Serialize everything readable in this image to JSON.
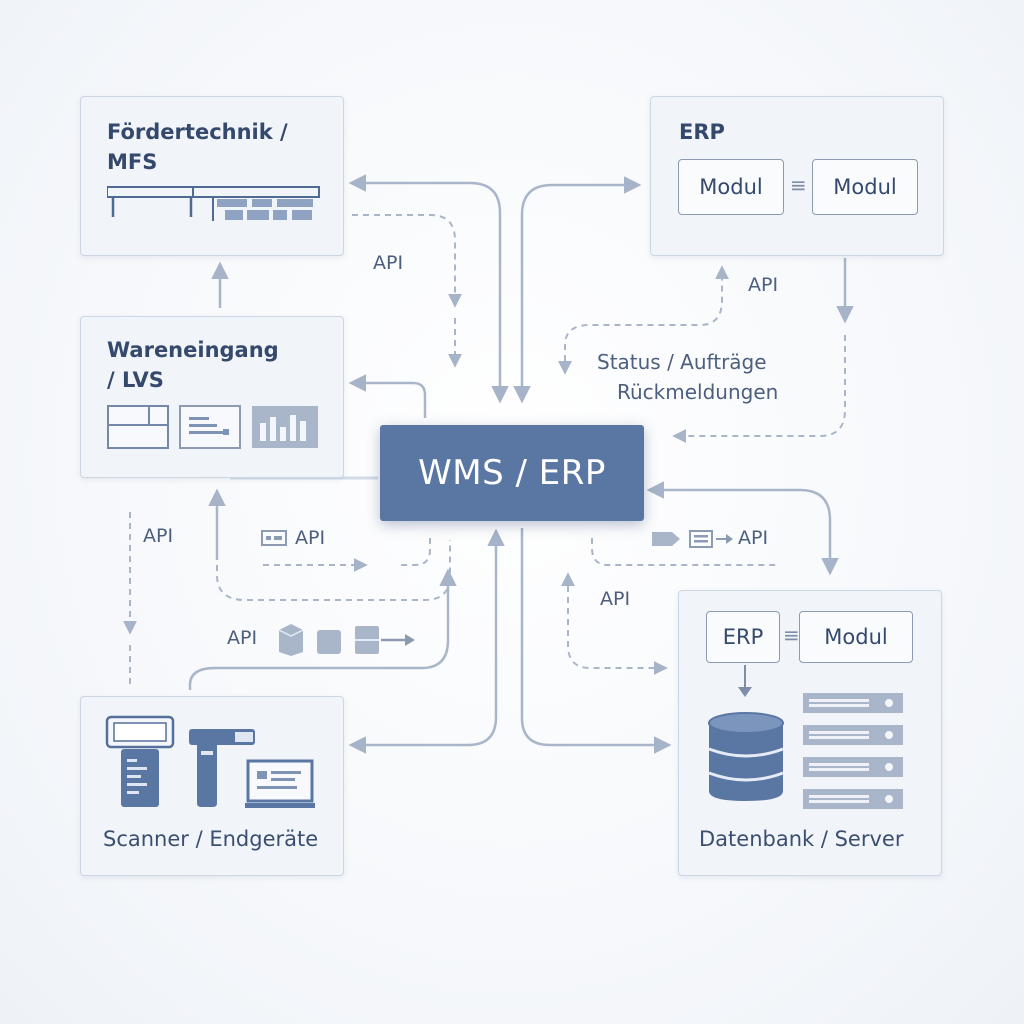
{
  "center": {
    "label": "WMS / ERP"
  },
  "boxes": {
    "foerdertechnik": {
      "title_line1": "Fördertechnik /",
      "title_line2": "MFS"
    },
    "erp": {
      "title": "ERP",
      "modul_left": "Modul",
      "modul_right": "Modul"
    },
    "wareneingang": {
      "title_line1": "Wareneingang",
      "title_line2": "/ LVS"
    },
    "scanner": {
      "caption": "Scanner / Endgeräte"
    },
    "datenbank": {
      "caption": "Datenbank / Server",
      "erp_label": "ERP",
      "modul_label": "Modul"
    }
  },
  "labels": {
    "api_top_left": "API",
    "api_erp": "API",
    "status": "Status / Aufträge",
    "rueckmeldungen": "Rückmeldungen",
    "api_left": "API",
    "api_mid_left": "API",
    "api_mid_right": "API",
    "api_right_lower": "API",
    "api_bottom_left": "API"
  },
  "colors": {
    "accent": "#5a77a4",
    "line": "#9aa9c0",
    "box_border": "#cdd6e3"
  }
}
